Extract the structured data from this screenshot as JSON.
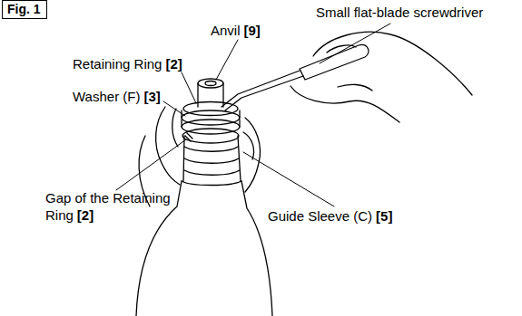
{
  "diagram": {
    "nodes": [
      {
        "text": [
          "Fig. 1"
        ]
      }
    ],
    "labels": [
      "Small flat-blade screwdriver",
      "Anvil",
      "[9]",
      "Retaining Ring",
      "[2]",
      "Washer (F)",
      "[3]",
      "Gap of the Retaining Ring",
      "[2]",
      "Guide Sleeve (C)",
      "[5]"
    ]
  }
}
